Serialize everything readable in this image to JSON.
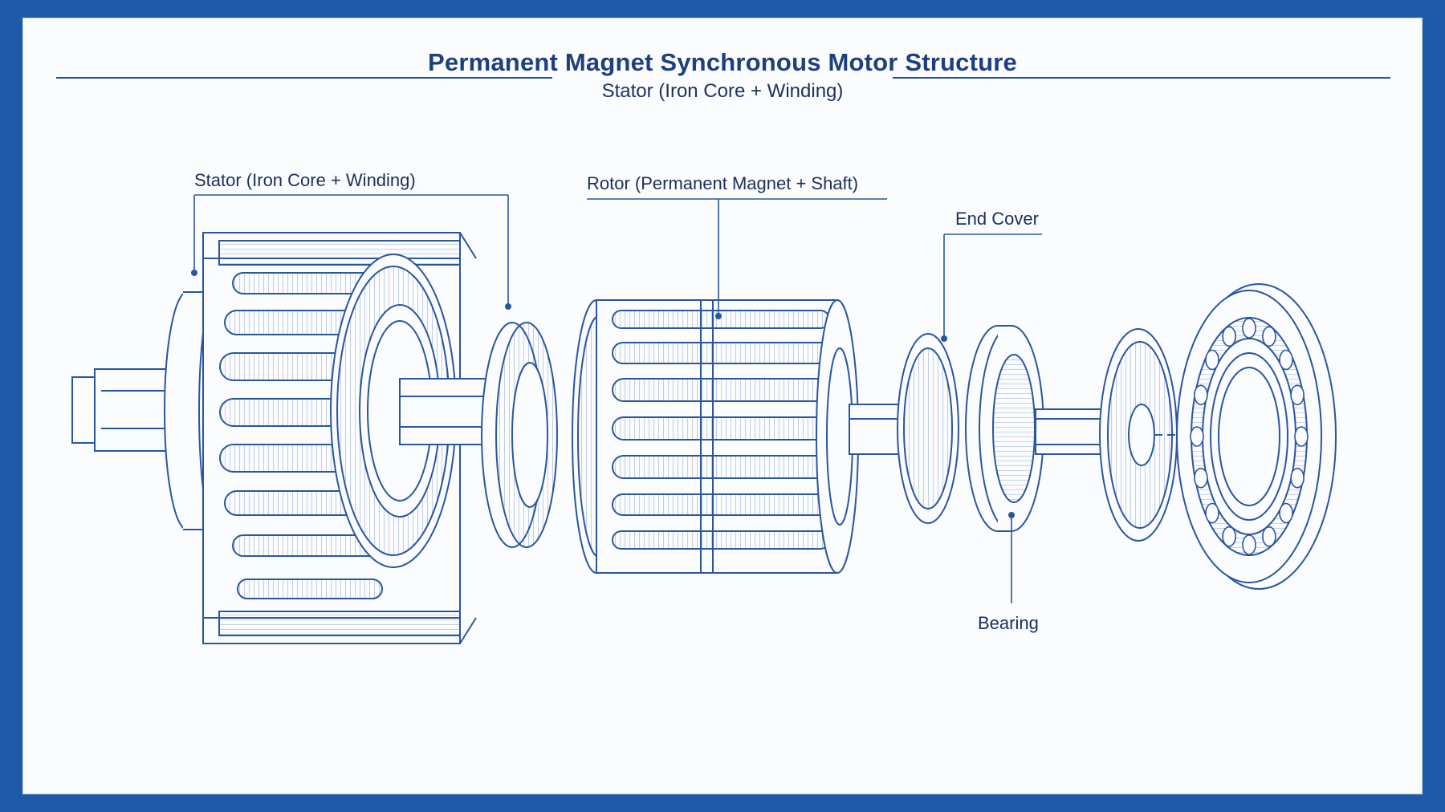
{
  "header": {
    "title": "Permanent Magnet Synchronous Motor Structure",
    "subtitle": "Stator (Iron Core + Winding)"
  },
  "labels": {
    "stator": "Stator (Iron Core + Winding)",
    "rotor": "Rotor (Permanent Magnet + Shaft)",
    "end_cover": "End Cover",
    "bearing": "Bearing"
  },
  "colors": {
    "frame": "#1e5aa8",
    "paper": "#fbfcfe",
    "ink": "#1d3f80",
    "line": "#2a55a0"
  }
}
